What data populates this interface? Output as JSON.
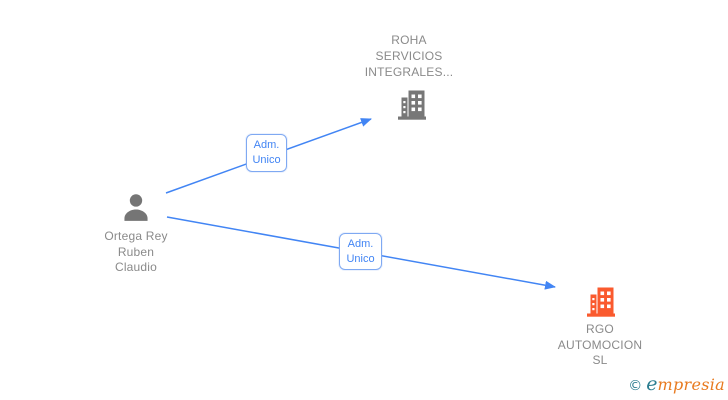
{
  "diagram": {
    "person": {
      "name_lines": [
        "Ortega Rey",
        "Ruben",
        "Claudio"
      ],
      "icon": "person-icon",
      "icon_color": "#757575"
    },
    "company_top": {
      "name_lines": [
        "ROHA",
        "SERVICIOS",
        "INTEGRALES..."
      ],
      "icon": "building-icon",
      "icon_color": "#777777"
    },
    "company_bottom": {
      "name_lines": [
        "RGO",
        "AUTOMOCION",
        "SL"
      ],
      "icon": "building-icon",
      "icon_color": "#fa5a2e"
    },
    "edges": [
      {
        "from": "person",
        "to": "company_top",
        "label_lines": [
          "Adm.",
          "Unico"
        ]
      },
      {
        "from": "person",
        "to": "company_bottom",
        "label_lines": [
          "Adm.",
          "Unico"
        ]
      }
    ]
  },
  "watermark": {
    "copyright": "©",
    "brand_initial": "e",
    "brand_rest": "mpresia"
  },
  "colors": {
    "edge_blue": "#4285f4",
    "edge_label_border": "#7fa9f2",
    "edge_label_text": "#4285f4",
    "node_text_gray": "#8a8a8a",
    "person_icon_gray": "#757575",
    "company_icon_gray": "#777777",
    "company_icon_orange": "#fa5a2e",
    "logo_teal": "#2b7d90",
    "logo_orange": "#e87a1f"
  }
}
